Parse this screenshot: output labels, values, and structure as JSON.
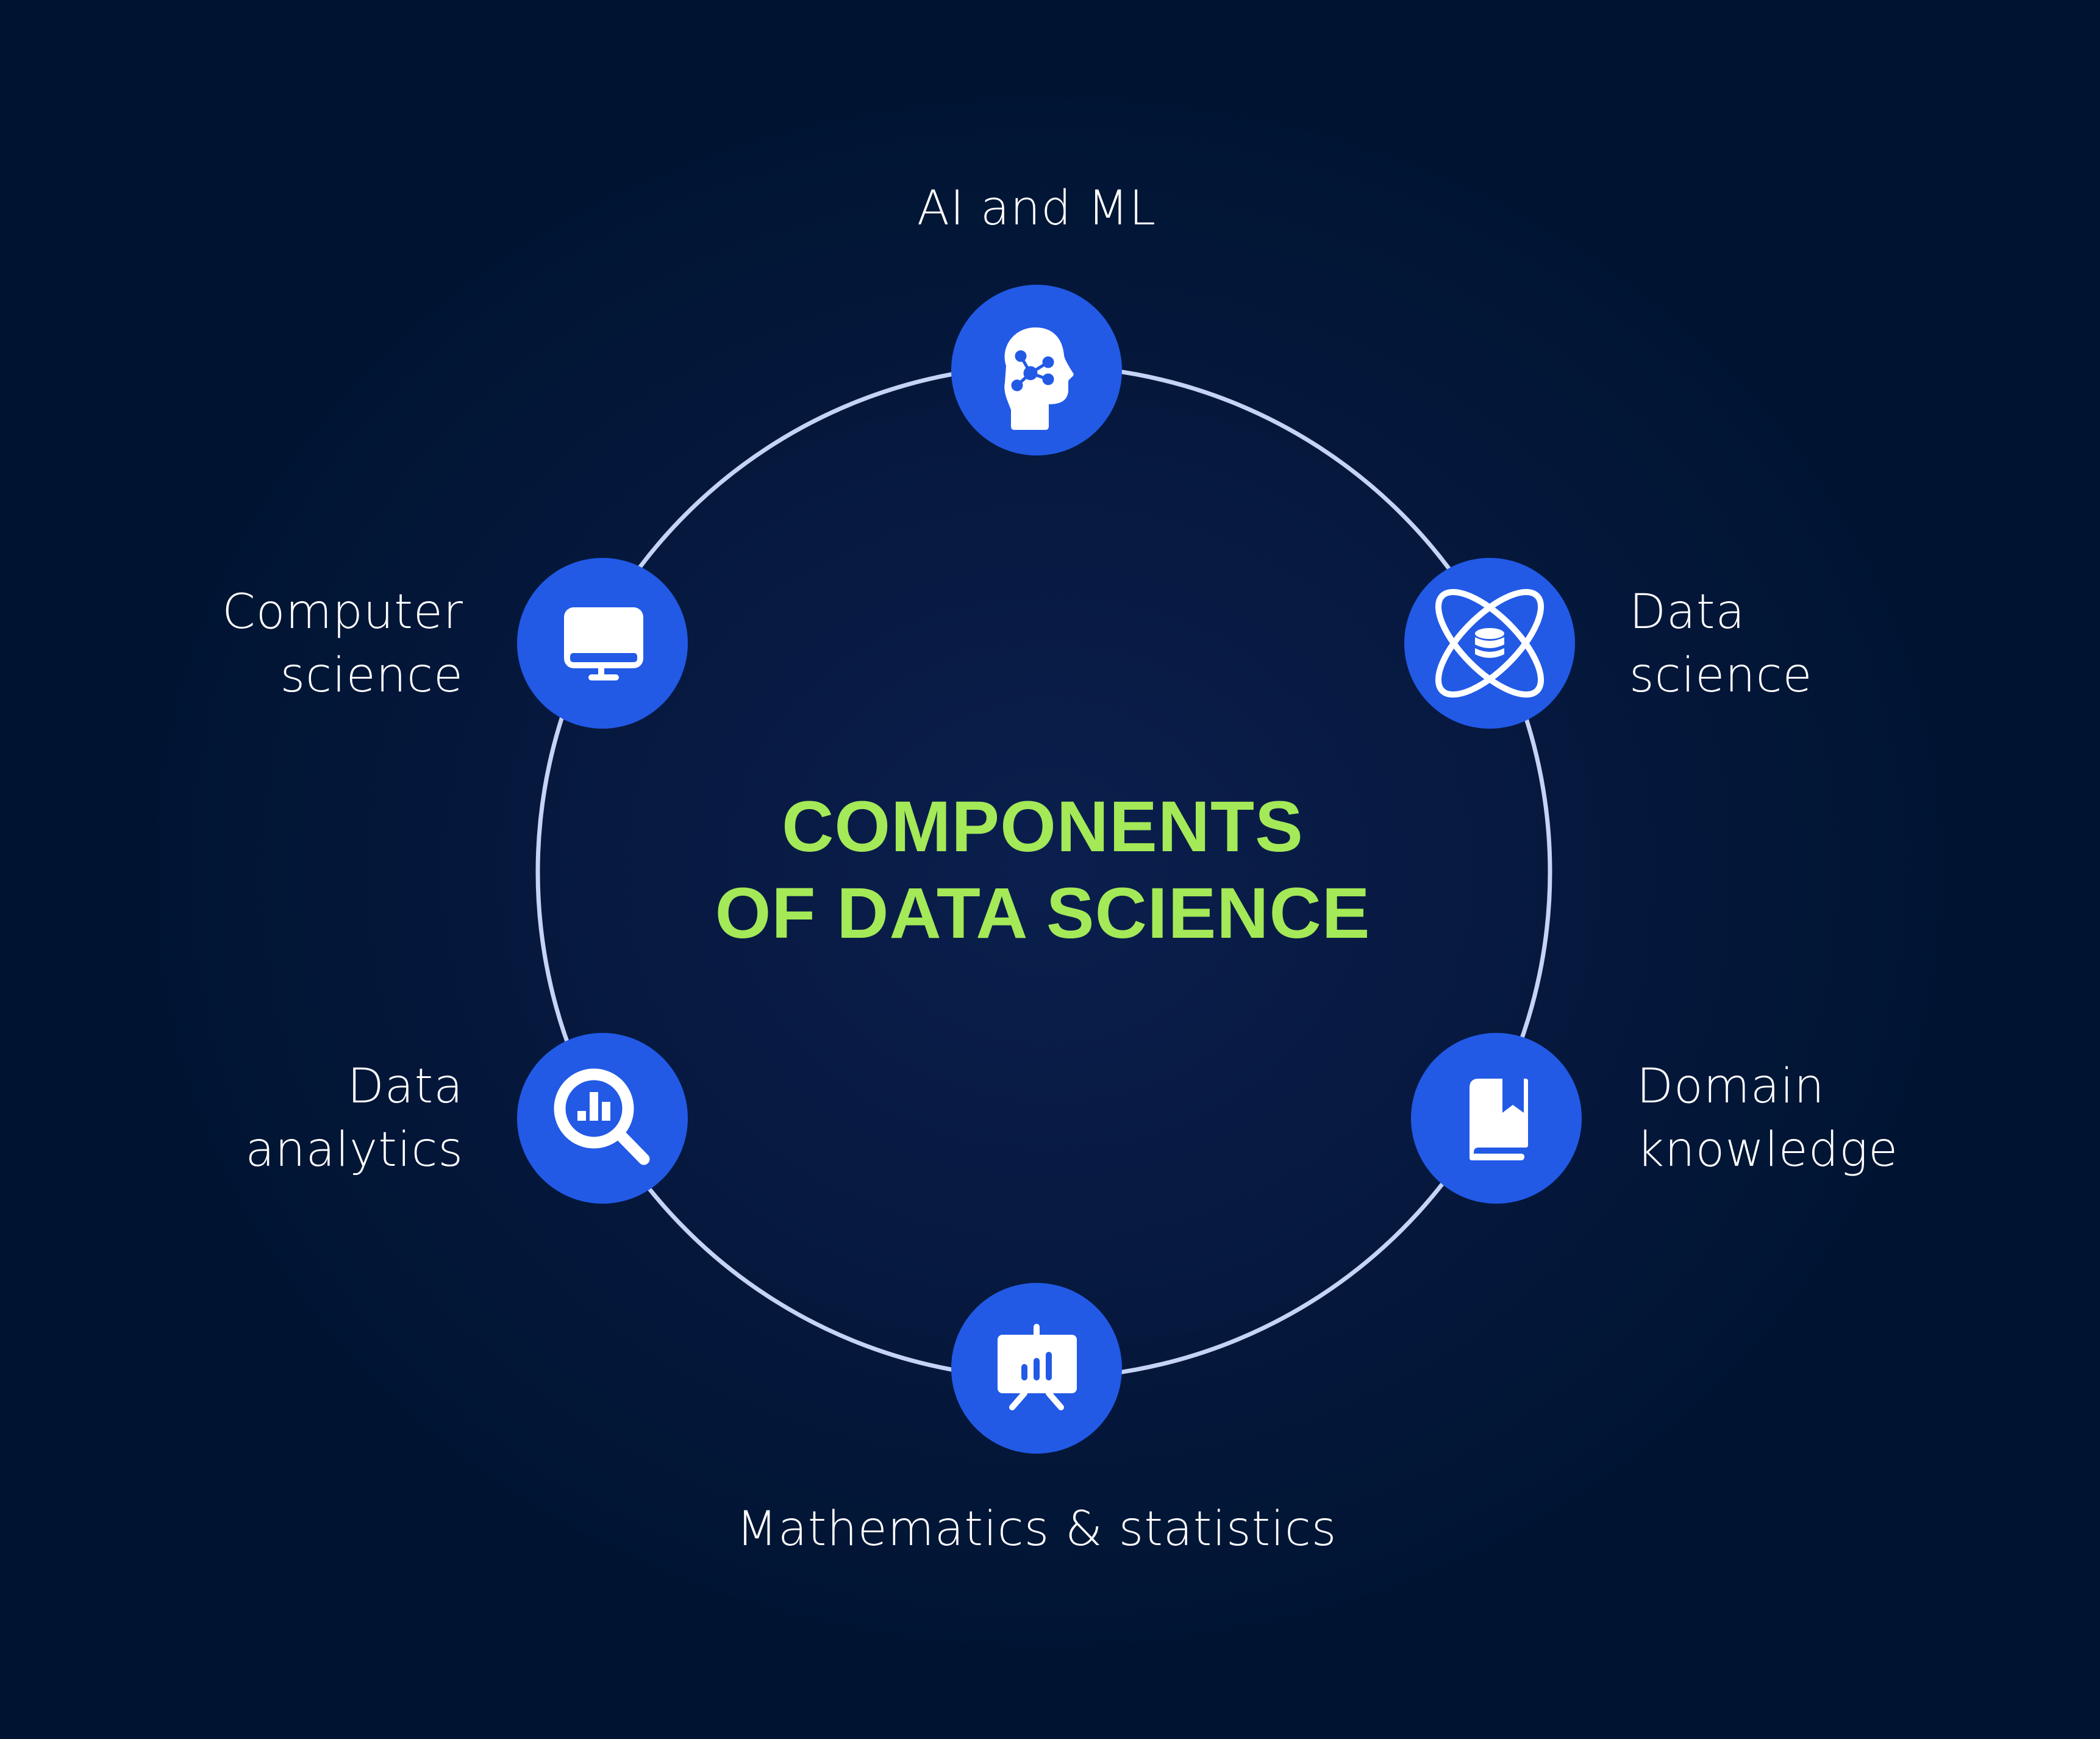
{
  "colors": {
    "background": "#001432",
    "background_center": "#0b1f4e",
    "ring": "#c5d3f7",
    "node_fill": "#225ae6",
    "icon": "#ffffff",
    "title": "#a4e957",
    "label": "#ffffff"
  },
  "title": {
    "line1": "COMPONENTS",
    "line2": "OF DATA SCIENCE"
  },
  "components": [
    {
      "id": "ai-ml",
      "label_lines": [
        "AI and ML"
      ],
      "icon": "head-network-icon"
    },
    {
      "id": "data-science",
      "label_lines": [
        "Data",
        "science"
      ],
      "icon": "atom-database-icon"
    },
    {
      "id": "domain-knowledge",
      "label_lines": [
        "Domain",
        "knowledge"
      ],
      "icon": "bookmarked-book-icon"
    },
    {
      "id": "math-stats",
      "label_lines": [
        "Mathematics & statistics"
      ],
      "icon": "presentation-chart-icon"
    },
    {
      "id": "data-analytics",
      "label_lines": [
        "Data",
        "analytics"
      ],
      "icon": "magnifier-chart-icon"
    },
    {
      "id": "computer-science",
      "label_lines": [
        "Computer",
        "science"
      ],
      "icon": "monitor-icon"
    }
  ]
}
